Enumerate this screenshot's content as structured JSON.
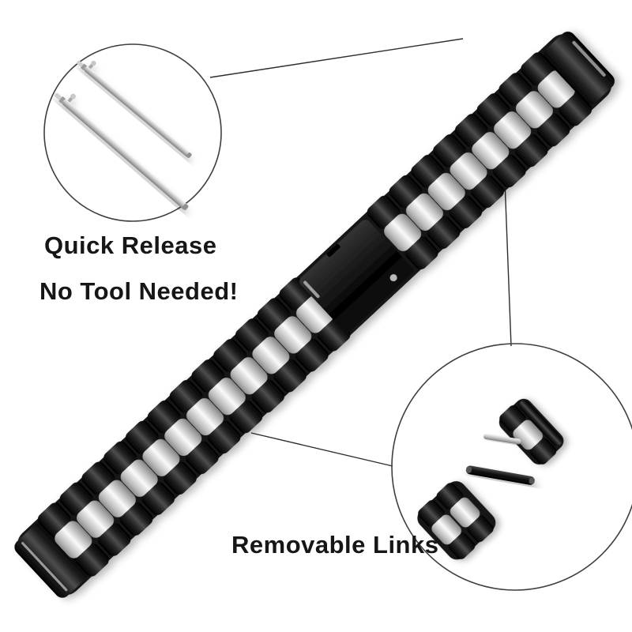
{
  "labels": {
    "quick_release_title": "Quick Release",
    "quick_release_subtitle": "No Tool Needed!",
    "removable_links": "Removable Links"
  },
  "icons": {
    "quick_release_inset": "spring-bar-pins-icon",
    "removable_links_inset": "separated-links-and-pin-icon"
  },
  "colors": {
    "background": "#ffffff",
    "text": "#161616",
    "circle_outline": "#3f3f3f",
    "link_black": "#151515",
    "link_silver": "#d8d8d8",
    "pin_silver": "#c0c0c0"
  }
}
